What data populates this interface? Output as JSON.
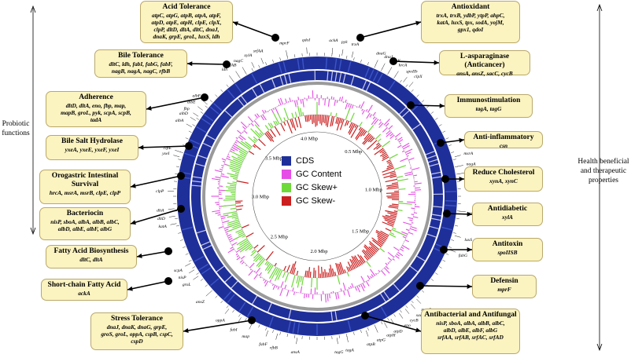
{
  "left_label": "Probiotic\nfunctions",
  "right_label": "Health beneficial\nand therapeutic\nproperties",
  "legend": [
    {
      "label": "CDS",
      "color": "#1f2f9a"
    },
    {
      "label": "GC Content",
      "color": "#e64ce6"
    },
    {
      "label": "GC Skew+",
      "color": "#6fd93b"
    },
    {
      "label": "GC Skew-",
      "color": "#cc1f1f"
    }
  ],
  "scale_labels": [
    "0.5 Mbp",
    "1.0 Mbp",
    "1.5 Mbp",
    "2.0 Mbp",
    "2.5 Mbp",
    "3.0 Mbp",
    "3.5 Mbp",
    "4.0 Mbp"
  ],
  "left_boxes": [
    {
      "title": "Acid Tolerance",
      "genes": [
        "atpC, atpG, atpB, atpA, atpF,",
        "atpD, atpE, atpH, clpE, clpX,",
        "clpP, dltD, dltA, dltC, dnaJ,",
        "dnaK, grpE, groL, luxS, ldh"
      ]
    },
    {
      "title": "Bile Tolerance",
      "genes": [
        "dltC, ldh, fabI, fabG, fabF,",
        "nagB, nagA, nagC, rfbB"
      ]
    },
    {
      "title": "Adherence",
      "genes": [
        "dltD, dltA, eno, fbp, map,",
        "mapB, groL, pyk, scpA, scpB,",
        "tadA"
      ]
    },
    {
      "title": "Bile Salt Hydrolase",
      "genes": [
        "yxeA, yxeE, yxeF, yxeI"
      ]
    },
    {
      "title": "Orogastric Intestinal Survival",
      "genes": [
        "hrcA, msrA, msrB, clpE, clpP"
      ]
    },
    {
      "title": "Bacteriocin",
      "genes": [
        "nisP, sboA, albA, albB, albC,",
        "albD, albE, albF, albG"
      ]
    },
    {
      "title": "Fatty Acid Biosynthesis",
      "genes": [
        "dltC, dltA"
      ]
    },
    {
      "title": "Short-chain Fatty Acid",
      "genes": [
        "ackA"
      ]
    },
    {
      "title": "Stress Tolerance",
      "genes": [
        "dnaJ, dnaK, dnaG, grpE,",
        "groS, groL, oppA, cspB, cspC,",
        "cspD"
      ]
    }
  ],
  "right_boxes": [
    {
      "title": "Antioxidant",
      "genes": [
        "trxA, trxB, ydbP, ytpP, ahpC,",
        "katA, luxS, tpx, sodA, yojM,",
        "gpx1, qdoI"
      ]
    },
    {
      "title": "L-asparaginase (Anticancer)",
      "genes": [
        "ansA, ansZ, sacC, cycB"
      ]
    },
    {
      "title": "Immunostimulation",
      "genes": [
        "tagA, tagG"
      ]
    },
    {
      "title": "Anti-inflammatory",
      "genes": [
        "csn"
      ]
    },
    {
      "title": "Reduce Cholesterol",
      "genes": [
        "xynA, xynC"
      ]
    },
    {
      "title": "Antidiabetic",
      "genes": [
        "xylA"
      ]
    },
    {
      "title": "Antitoxin",
      "genes": [
        "spoIISB"
      ]
    },
    {
      "title": "Defensin",
      "genes": [
        "mprF"
      ]
    },
    {
      "title": "Antibacterial and Antifungal",
      "genes": [
        "nisP, sboA, albA, albB, albC,",
        "albD, albE, albF, albG",
        "srfAA, srfAB, srfAC, srfAD"
      ]
    }
  ],
  "gene_labels": [
    "mprF",
    "qdoI",
    "ackA",
    "pyk",
    "trxA",
    "srfAA",
    "xylA",
    "nagC",
    "srfAB",
    "ldh",
    "dnaG",
    "dnaJ",
    "dnaK",
    "hrcA",
    "spoIIb",
    "clpX",
    "albF",
    "albE",
    "fbp",
    "albD",
    "albA",
    "clpE",
    "yxeI",
    "msrA",
    "nagA",
    "trxB",
    "clpP",
    "dltA",
    "dltD",
    "katA",
    "xynC",
    "scpA",
    "nisP",
    "groL",
    "luxS",
    "fabG",
    "ansZ",
    "mapB",
    "sacB",
    "cycB",
    "eno",
    "atpD",
    "atpH",
    "atpG",
    "atpB",
    "map",
    "fabI",
    "oppA",
    "fabF",
    "rfbB",
    "ansA",
    "tagG",
    "tagA"
  ]
}
